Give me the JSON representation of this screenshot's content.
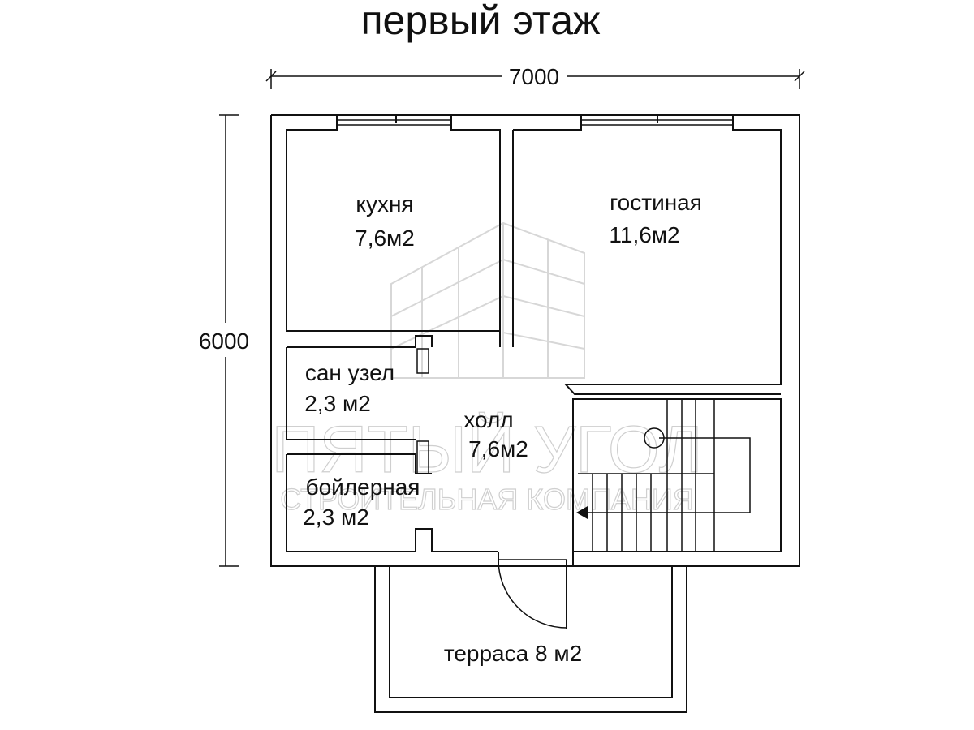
{
  "title": "первый этаж",
  "dimensions": {
    "width": "7000",
    "height": "6000"
  },
  "rooms": {
    "kitchen": {
      "name": "кухня",
      "area": "7,6м2"
    },
    "living": {
      "name": "гостиная",
      "area": "11,6м2"
    },
    "bathroom": {
      "name": "сан узел",
      "area": "2,3 м2"
    },
    "hall": {
      "name": "холл",
      "area": "7,6м2"
    },
    "boiler": {
      "name": "бойлерная",
      "area": "2,3 м2"
    },
    "terrace": {
      "name": "терраса 8 м2"
    }
  },
  "watermark": {
    "brand": "ПЯТЫЙ УГОЛ",
    "tagline": "СТРОИТЕЛЬНАЯ КОМПАНИЯ"
  }
}
